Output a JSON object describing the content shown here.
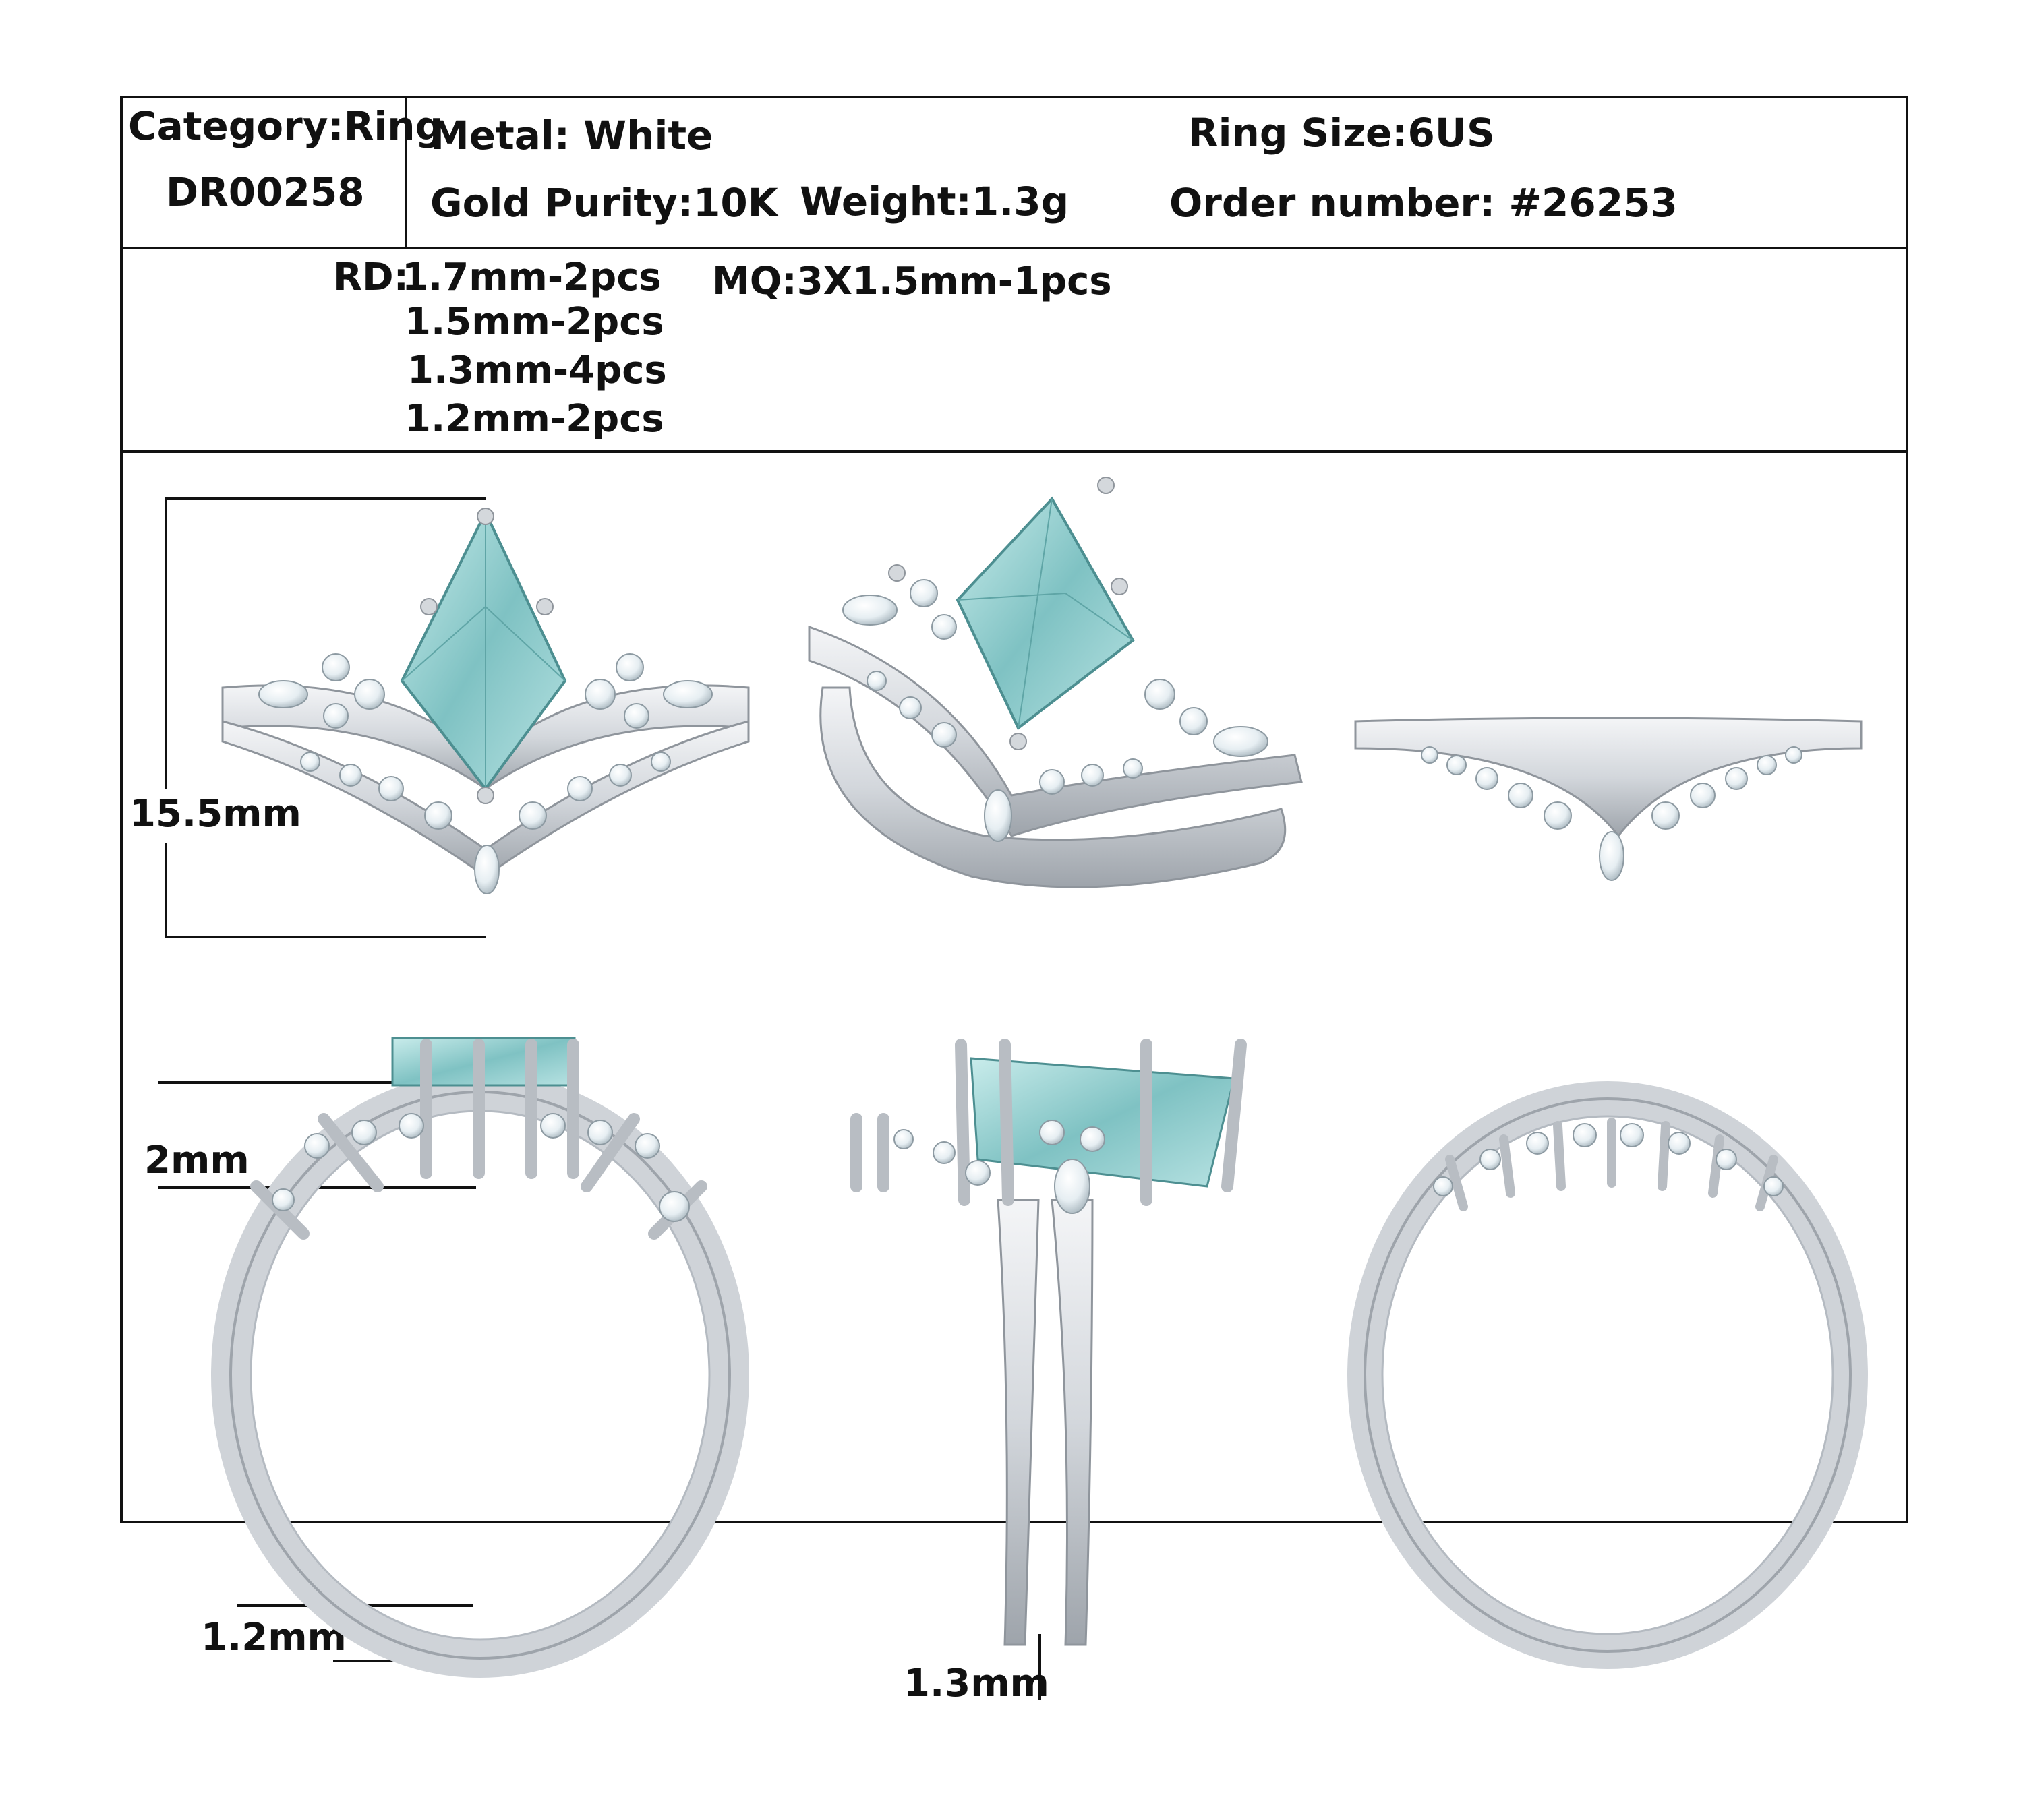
{
  "header": {
    "category": "Category:Ring",
    "model": "DR00258",
    "metal": "Metal: White",
    "ring_size": "Ring Size:6US",
    "gold_purity": "Gold Purity:10K",
    "weight": "Weight:1.3g",
    "order_number": "Order number: #26253"
  },
  "stones": {
    "rd_label": "RD:",
    "rd_lines": [
      "1.7mm-2pcs",
      "1.5mm-2pcs",
      "1.3mm-4pcs",
      "1.2mm-2pcs"
    ],
    "mq": "MQ:3X1.5mm-1pcs"
  },
  "dimensions": {
    "height": "15.5mm",
    "top_height": "2mm",
    "band_thickness": "1.2mm",
    "band_width": "1.3mm"
  },
  "colors": {
    "frame": "#111111",
    "metal": "#d9dce0",
    "metal_shade": "#a9afb6",
    "gemstone": "#9fd3d3",
    "diamond": "#f2f6f8"
  }
}
